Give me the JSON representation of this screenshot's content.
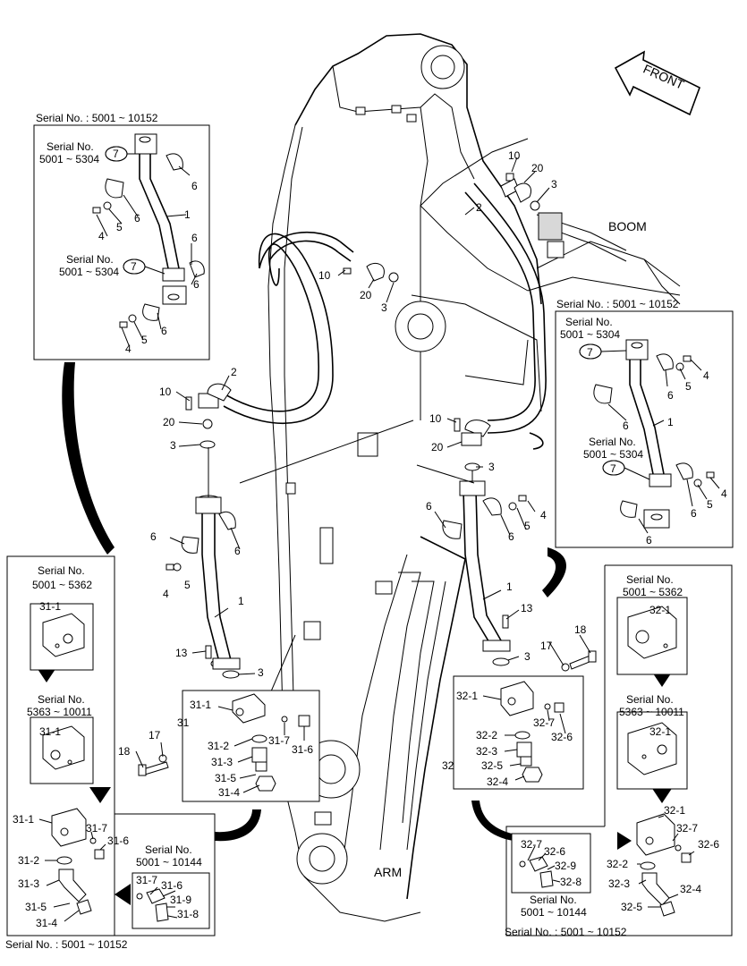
{
  "labels": {
    "front": "FRONT",
    "boom": "BOOM",
    "arm": "ARM",
    "serial_5001_10152": "Serial No. : 5001 ~ 10152",
    "serial_no": "Serial No.",
    "range_5001_5304": "5001 ~ 5304",
    "range_5001_5362": "5001 ~ 5362",
    "range_5363_10011": "5363 ~ 10011",
    "range_5001_10144": "5001 ~ 10144"
  },
  "callouts": {
    "c1": "1",
    "c2": "2",
    "c3": "3",
    "c4": "4",
    "c5": "5",
    "c6": "6",
    "c7": "7",
    "c10": "10",
    "c13": "13",
    "c17": "17",
    "c18": "18",
    "c20": "20",
    "c31": "31",
    "c32": "32",
    "c31_1": "31-1",
    "c31_2": "31-2",
    "c31_3": "31-3",
    "c31_4": "31-4",
    "c31_5": "31-5",
    "c31_6": "31-6",
    "c31_7": "31-7",
    "c31_8": "31-8",
    "c31_9": "31-9",
    "c32_1": "32-1",
    "c32_2": "32-2",
    "c32_3": "32-3",
    "c32_4": "32-4",
    "c32_5": "32-5",
    "c32_6": "32-6",
    "c32_7": "32-7",
    "c32_8": "32-8",
    "c32_9": "32-9"
  },
  "colors": {
    "line": "#000000",
    "background": "#ffffff",
    "shade": "#d8d8d8"
  }
}
